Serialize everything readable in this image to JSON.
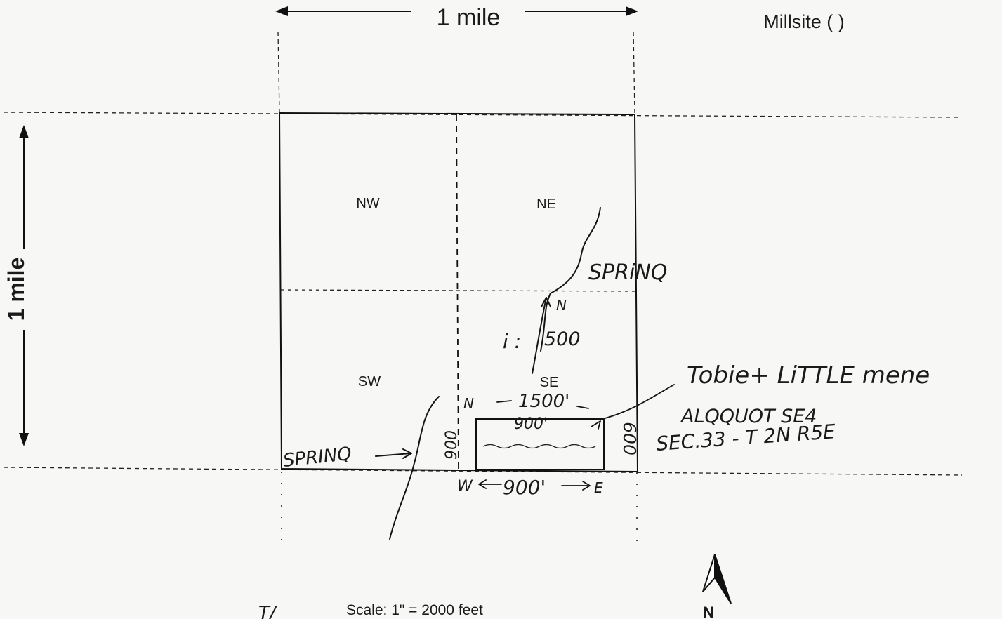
{
  "header": {
    "width_label": "1 mile",
    "claim_type_partial": "",
    "millsite_label": "Millsite (  )"
  },
  "diagram": {
    "height_label": "1 mile",
    "quarters": {
      "nw": "NW",
      "ne": "NE",
      "sw": "SW",
      "se": "SE"
    },
    "annotations": {
      "spring_ne": "SPRiNQ",
      "north_mark": "N",
      "distance_500": "500",
      "i_mark": "i :",
      "distance_1500": "1500'",
      "n_corner": "N",
      "side_top_900": "900'",
      "side_left_900": "900",
      "bottom_900": "900'",
      "spring_sw": "SPRINQ",
      "side_right_600": "600",
      "corner_w": "W",
      "corner_e": "E"
    },
    "claim_note": {
      "line1": "Tobie+ LiTTLE mene",
      "line2": "ALQQUOT SE4",
      "line3": "SEC.33 - T 2N R5E"
    }
  },
  "footer": {
    "initials": "T/",
    "scale": "Scale:  1\" = 2000 feet",
    "north_label": "N"
  },
  "icons": {
    "north_arrow": "north-arrow-icon"
  }
}
